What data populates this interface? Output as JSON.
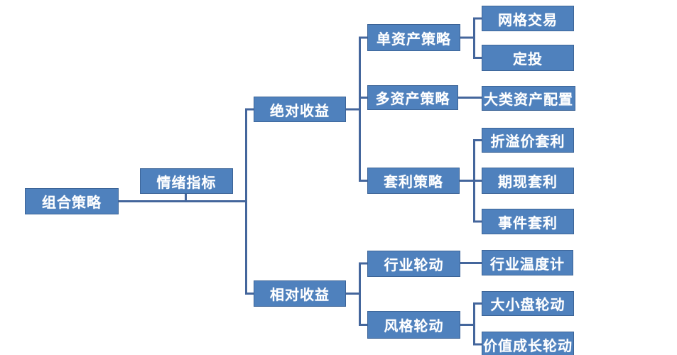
{
  "diagram": {
    "type": "tree",
    "direction": "left-to-right",
    "language": "zh-CN",
    "colors": {
      "node_fill": "#4f81bd",
      "node_border": "#3c6497",
      "node_text": "#ffffff",
      "connector": "#44669c",
      "background": "#ffffff"
    },
    "nodes": [
      {
        "id": "portfolio-strategy",
        "label": "组合策略",
        "level": 1,
        "parent": null
      },
      {
        "id": "sentiment-indicator",
        "label": "情绪指标",
        "level": 2,
        "parent": "portfolio-strategy"
      },
      {
        "id": "absolute-return",
        "label": "绝对收益",
        "level": 3,
        "parent": "portfolio-strategy"
      },
      {
        "id": "single-asset-strategy",
        "label": "单资产策略",
        "level": 4,
        "parent": "absolute-return"
      },
      {
        "id": "grid-trading",
        "label": "网格交易",
        "level": 5,
        "parent": "single-asset-strategy"
      },
      {
        "id": "regular-investing",
        "label": "定投",
        "level": 5,
        "parent": "single-asset-strategy"
      },
      {
        "id": "multi-asset-strategy",
        "label": "多资产策略",
        "level": 4,
        "parent": "absolute-return"
      },
      {
        "id": "asset-allocation",
        "label": "大类资产配置",
        "level": 5,
        "parent": "multi-asset-strategy"
      },
      {
        "id": "arbitrage-strategy",
        "label": "套利策略",
        "level": 4,
        "parent": "absolute-return"
      },
      {
        "id": "discount-premium-arbitrage",
        "label": "折溢价套利",
        "level": 5,
        "parent": "arbitrage-strategy"
      },
      {
        "id": "futures-spot-arbitrage",
        "label": "期现套利",
        "level": 5,
        "parent": "arbitrage-strategy"
      },
      {
        "id": "event-arbitrage",
        "label": "事件套利",
        "level": 5,
        "parent": "arbitrage-strategy"
      },
      {
        "id": "relative-return",
        "label": "相对收益",
        "level": 3,
        "parent": "portfolio-strategy"
      },
      {
        "id": "industry-rotation",
        "label": "行业轮动",
        "level": 4,
        "parent": "relative-return"
      },
      {
        "id": "industry-thermometer",
        "label": "行业温度计",
        "level": 5,
        "parent": "industry-rotation"
      },
      {
        "id": "style-rotation",
        "label": "风格轮动",
        "level": 4,
        "parent": "relative-return"
      },
      {
        "id": "large-small-cap-rotation",
        "label": "大小盘轮动",
        "level": 5,
        "parent": "style-rotation"
      },
      {
        "id": "value-growth-rotation",
        "label": "价值成长轮动",
        "level": 5,
        "parent": "style-rotation"
      }
    ]
  }
}
